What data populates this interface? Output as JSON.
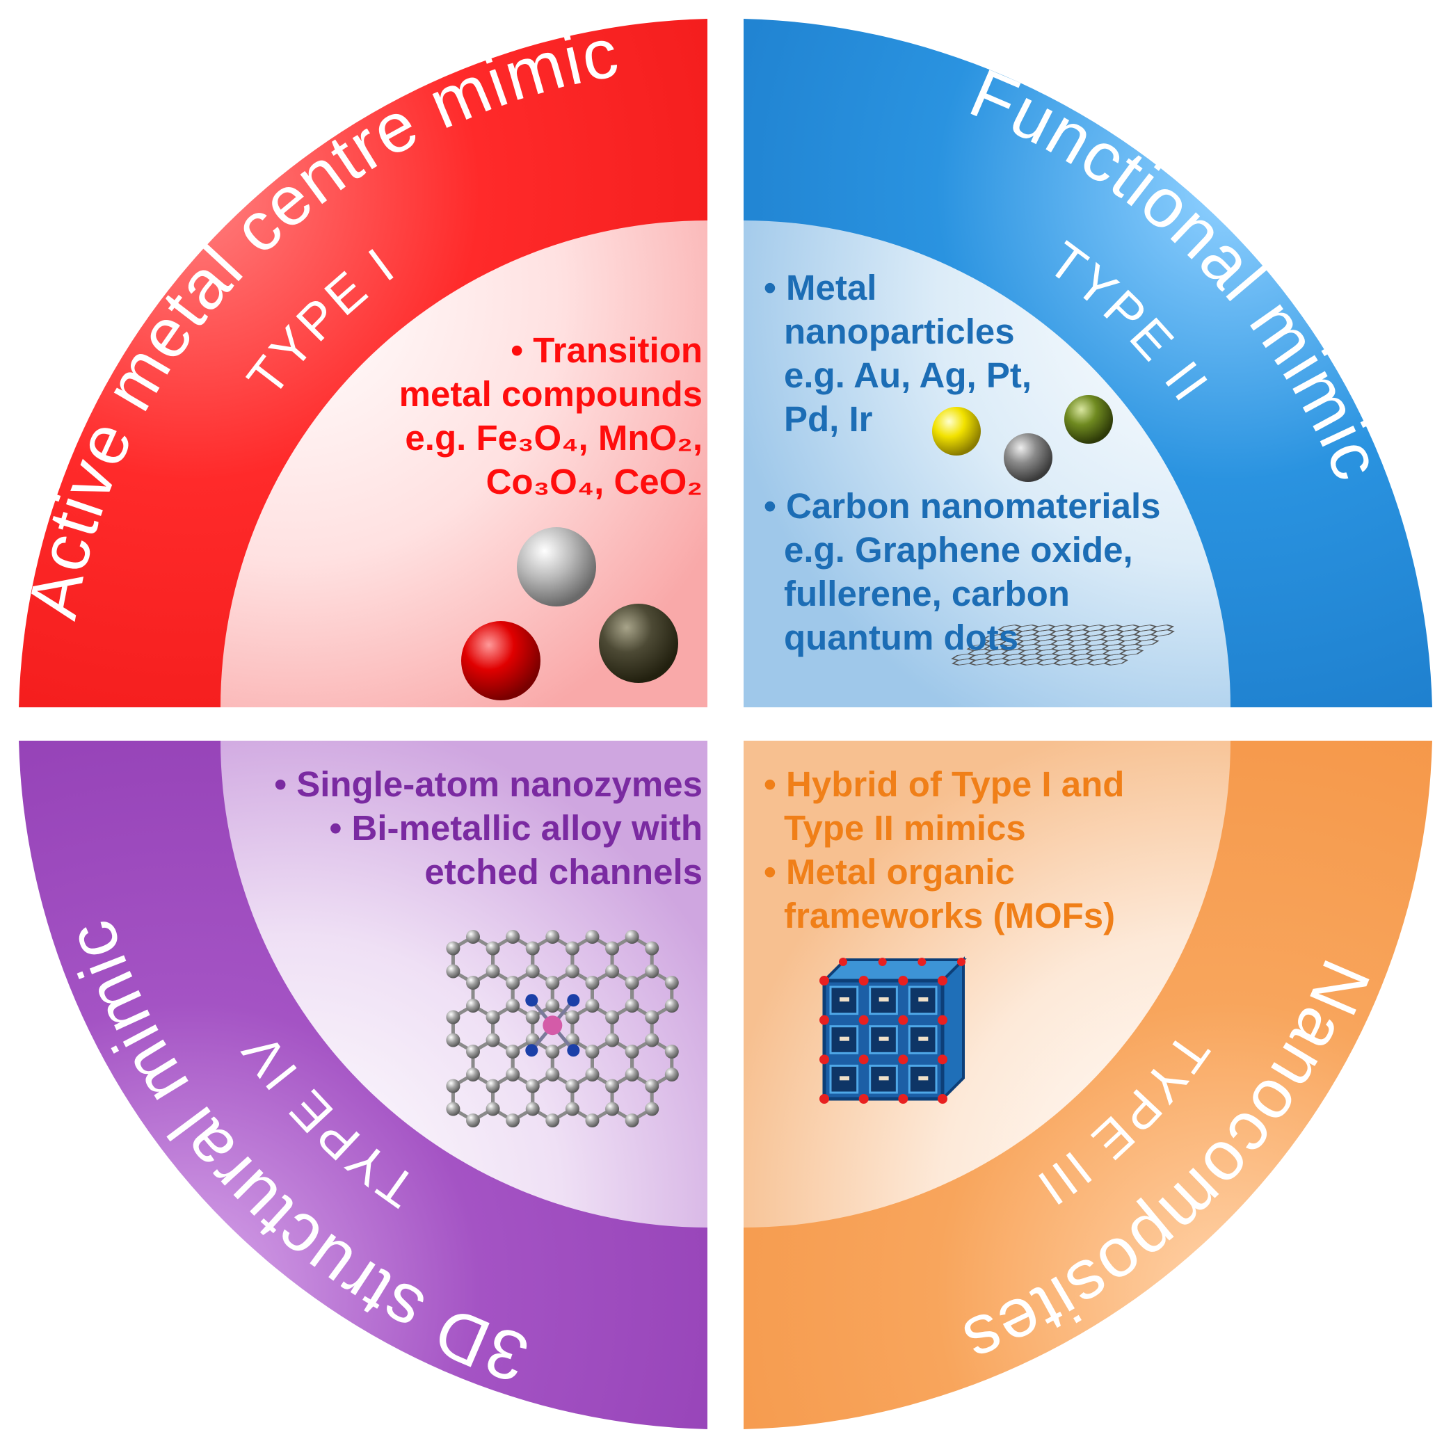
{
  "quadrants": {
    "type1": {
      "title": "Active metal centre mimic",
      "type_label": "TYPE I",
      "color": "#ff1a1a",
      "bullets": [
        [
          "• Transition",
          "metal compounds",
          "e.g. Fe₃O₄, MnO₂,",
          "Co₃O₄, CeO₂"
        ]
      ],
      "illustration": "metal-oxide-spheres"
    },
    "type2": {
      "title": "Functional mimic",
      "type_label": "TYPE II",
      "color": "#1a7fd1",
      "bullets": [
        [
          "• Metal",
          "nanoparticles",
          "e.g. Au, Ag, Pt,",
          "Pd, Ir"
        ],
        [
          "• Carbon nanomaterials",
          "e.g. Graphene oxide,",
          "fullerene, carbon",
          "quantum dots"
        ]
      ],
      "illustrations": [
        "metal-nanoparticle-spheres",
        "graphene-sheet"
      ]
    },
    "type3": {
      "title": "Nanocomposites",
      "type_label": "TYPE III",
      "color": "#f7a259",
      "bullets": [
        [
          "• Hybrid of Type I and",
          "Type II mimics"
        ],
        [
          "• Metal organic",
          "frameworks (MOFs)"
        ]
      ],
      "illustration": "mof-cube"
    },
    "type4": {
      "title": "3D structural mimic",
      "type_label": "TYPE IV",
      "color": "#9a45ba",
      "bullets": [
        [
          "• Single-atom nanozymes"
        ],
        [
          "• Bi-metallic alloy with",
          "etched channels"
        ]
      ],
      "illustration": "single-atom-lattice"
    }
  }
}
